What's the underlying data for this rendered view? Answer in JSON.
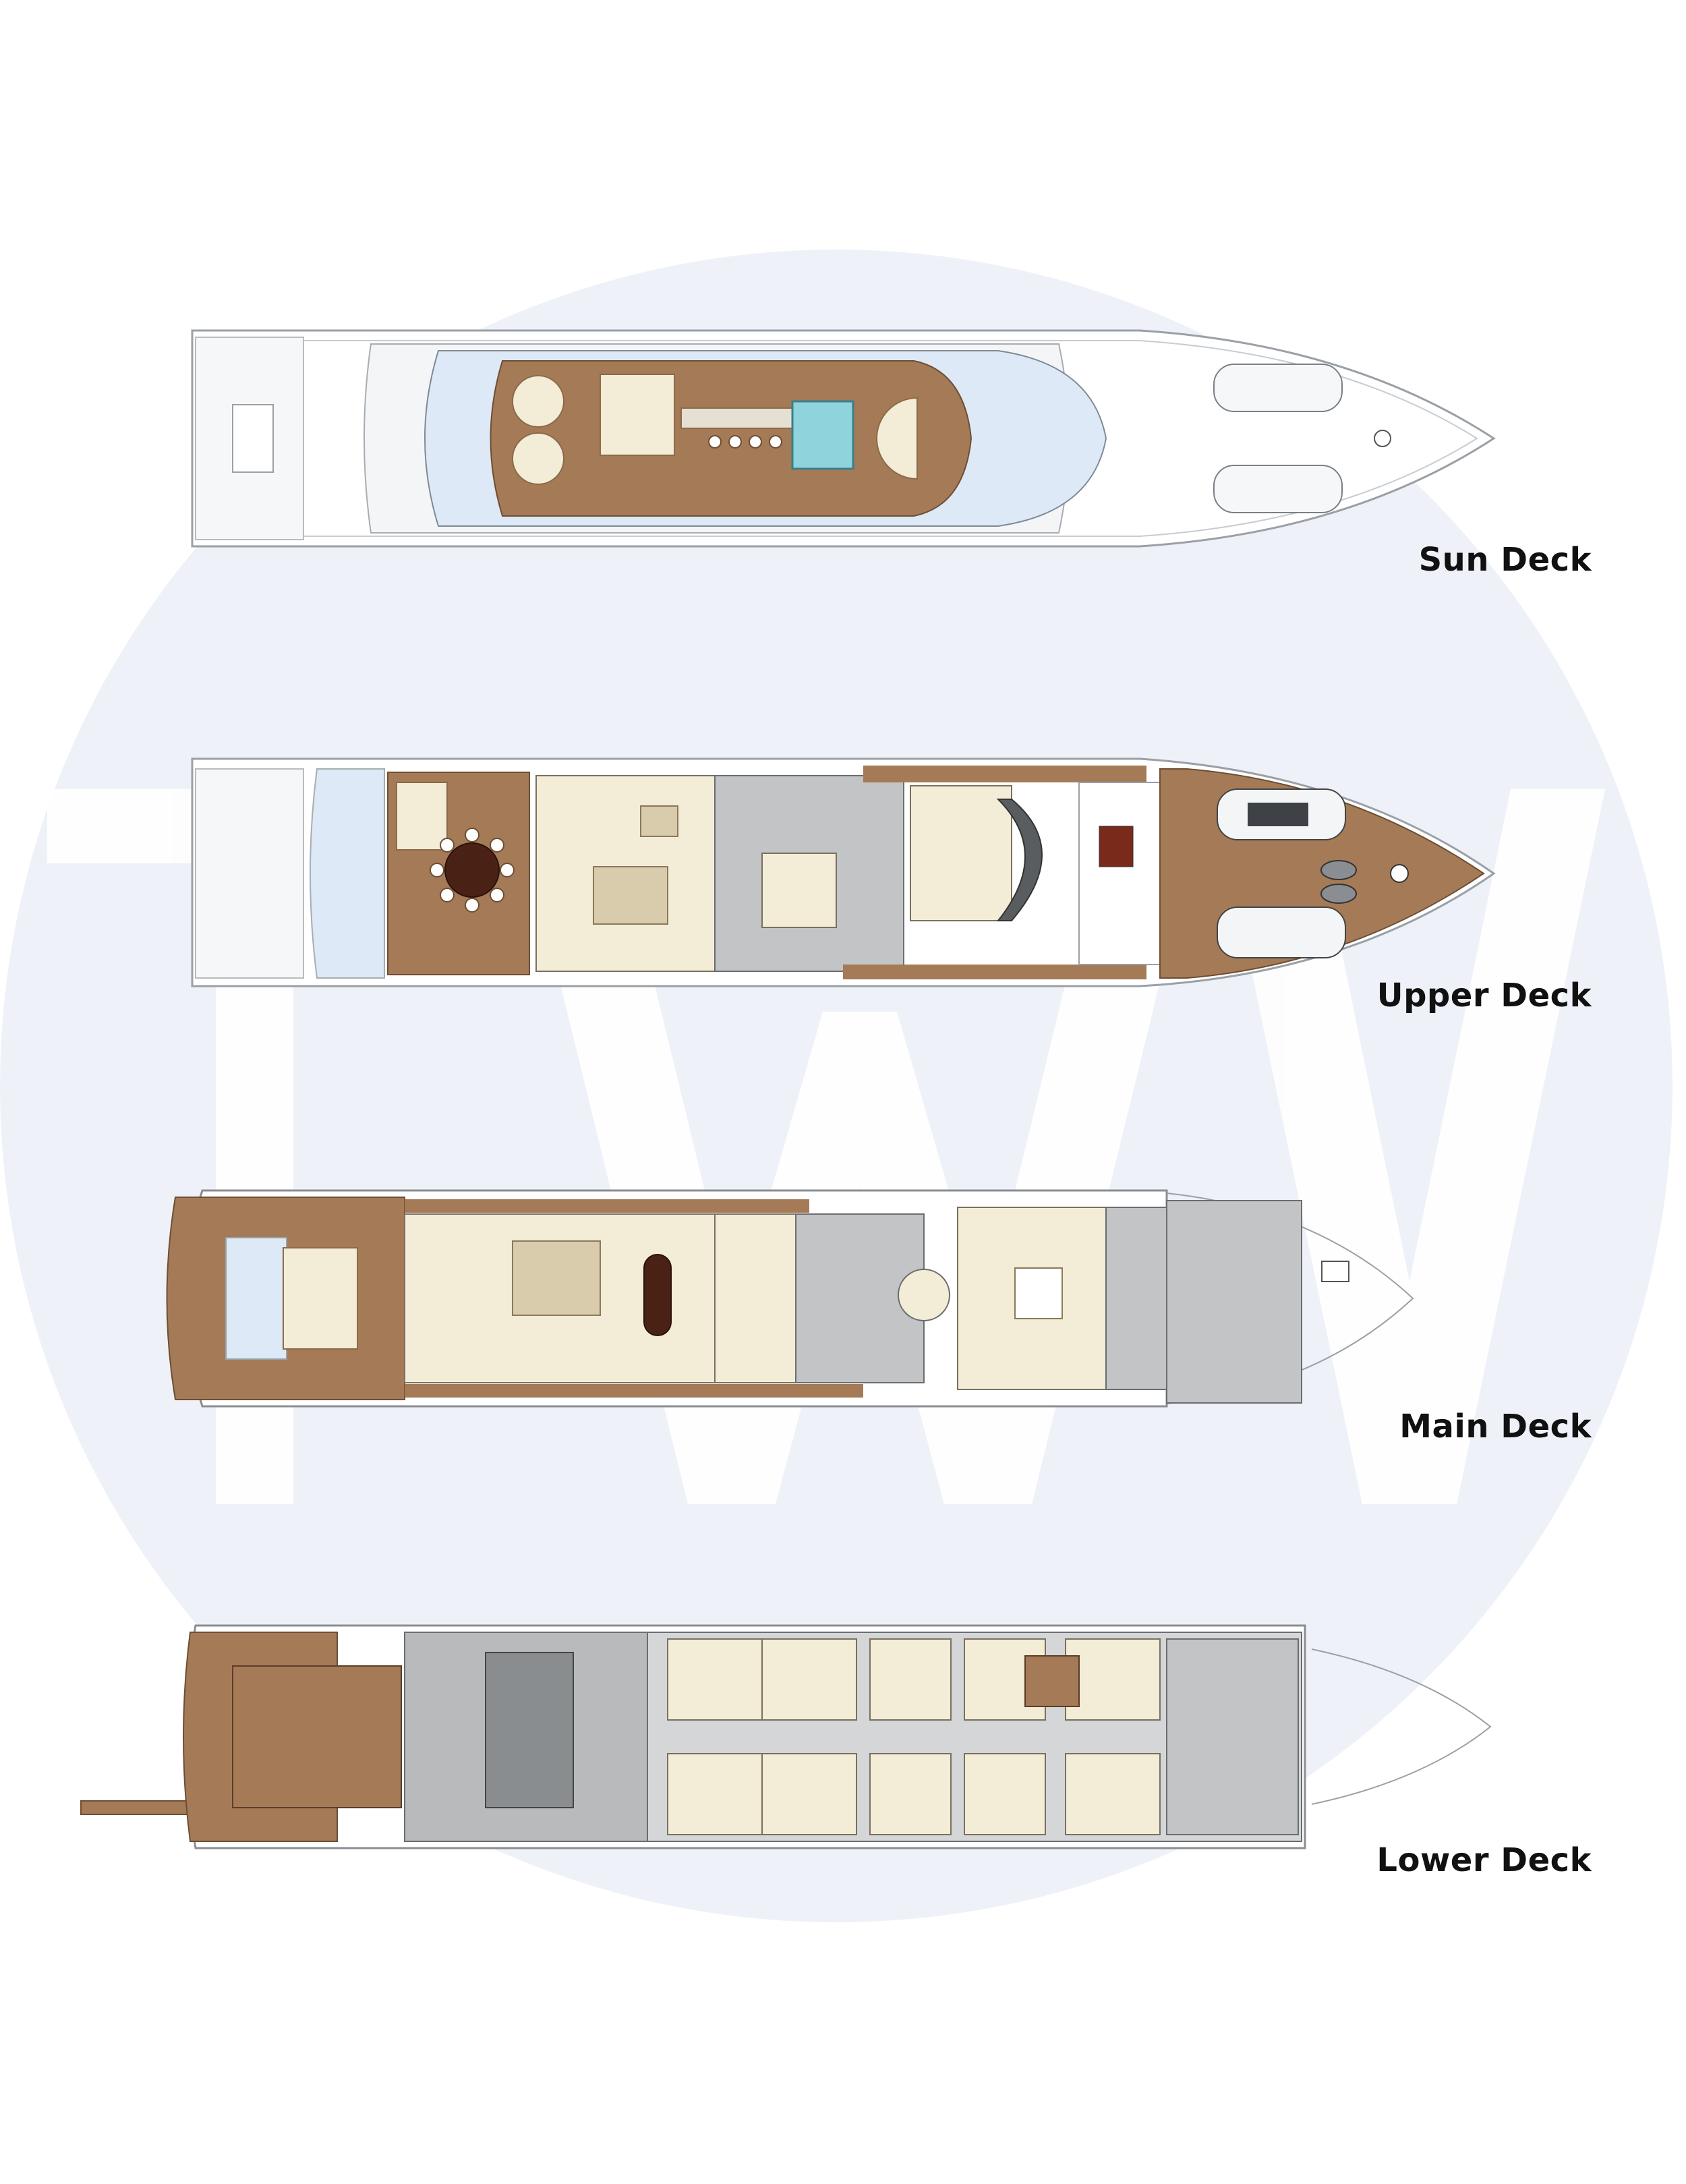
{
  "watermark": {
    "letters": "",
    "circle_color": "#eef2f8",
    "letter_color": "#ffffff"
  },
  "decks": [
    {
      "id": "sun",
      "label": "Sun Deck"
    },
    {
      "id": "upper",
      "label": "Upper Deck"
    },
    {
      "id": "main",
      "label": "Main Deck"
    },
    {
      "id": "lower",
      "label": "Lower Deck"
    }
  ],
  "colors": {
    "teak": "#a57a57",
    "interior_cream": "#f3ecd6",
    "service_grey": "#c2c4c6",
    "dark_grey": "#6a6d70",
    "hull_white": "#ffffff",
    "outline": "#9aa0a6",
    "pool_blue": "#8fd3dc",
    "table_dark": "#4a2215",
    "canopy_blue": "#dde9f6"
  }
}
